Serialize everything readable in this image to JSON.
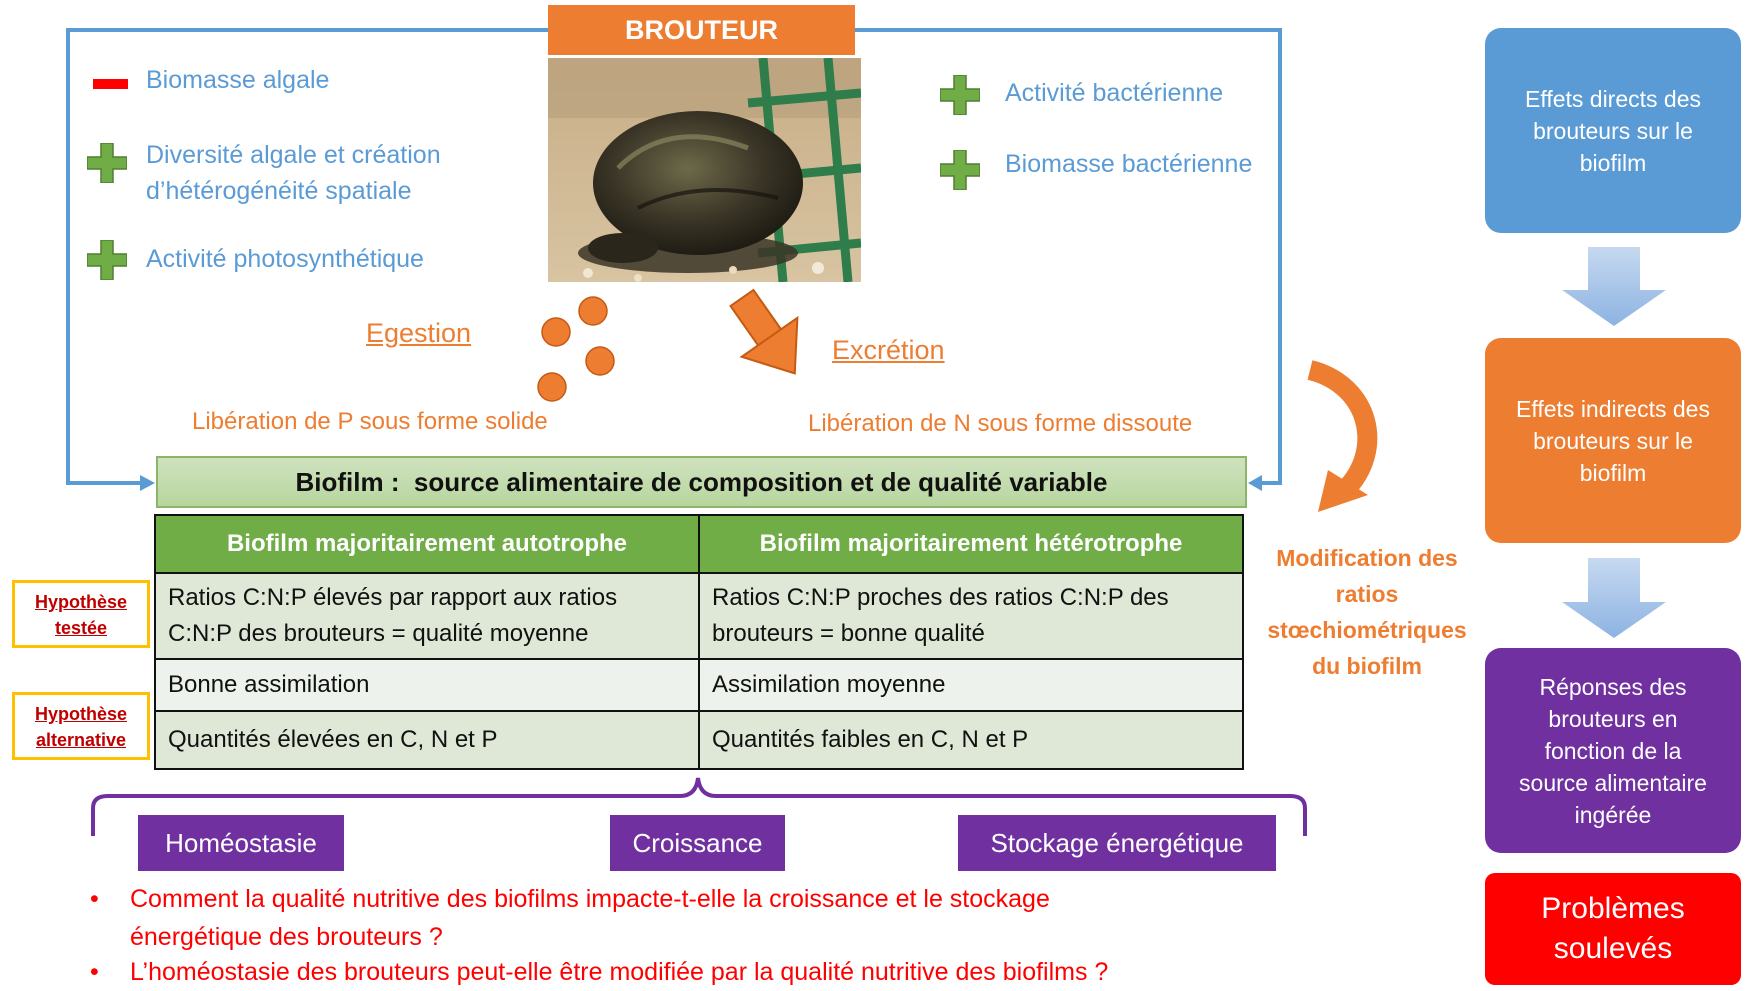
{
  "brouteur_label": "BROUTEUR",
  "direct_effects": {
    "biomasse_algale": "Biomasse algale",
    "diversite_line1": "Diversité algale et création",
    "diversite_line2": "d’hétérogénéité spatiale",
    "photosynthese": "Activité photosynthétique",
    "activite_bacterienne": "Activité bactérienne",
    "biomasse_bacterienne": "Biomasse bactérienne"
  },
  "egestion": {
    "label": "Egestion",
    "caption": "Libération de P sous forme solide"
  },
  "excretion": {
    "label": "Excrétion",
    "caption": "Libération de N sous forme dissoute"
  },
  "biofilm_header": "Biofilm :  source alimentaire de composition et de qualité variable",
  "table": {
    "col1_header": "Biofilm majoritairement autotrophe",
    "col2_header": "Biofilm majoritairement hétérotrophe",
    "rows": [
      {
        "c1_l1": "Ratios C:N:P élevés par rapport aux ratios",
        "c1_l2": "C:N:P des brouteurs = qualité moyenne",
        "c2_l1": "Ratios C:N:P proches des ratios C:N:P des",
        "c2_l2": "brouteurs = bonne qualité"
      },
      {
        "c1": "Bonne assimilation",
        "c2": "Assimilation moyenne"
      },
      {
        "c1": "Quantités élevées en C, N et P",
        "c2": "Quantités faibles en C, N et P"
      }
    ]
  },
  "hypotheses": {
    "testee_l1": "Hypothèse",
    "testee_l2": "testée",
    "alt_l1": "Hypothèse",
    "alt_l2": "alternative"
  },
  "modification": {
    "l1": "Modification des",
    "l2": "ratios",
    "l3": "stœchiométriques",
    "l4": "du biofilm"
  },
  "responses": {
    "homeostasie": "Homéostasie",
    "croissance": "Croissance",
    "stockage": "Stockage énergétique"
  },
  "questions": [
    {
      "l1": "Comment la qualité nutritive des biofilms impacte-t-elle la croissance et le stockage",
      "l2": "énergétique des brouteurs ?"
    },
    {
      "l1": "L’homéostasie des brouteurs peut-elle être modifiée par la qualité nutritive des biofilms ?"
    }
  ],
  "bullet_symbol": "•",
  "flow": {
    "box1": [
      "Effets directs des",
      "brouteurs sur le",
      "biofilm"
    ],
    "box2": [
      "Effets indirects des",
      "brouteurs sur le",
      "biofilm"
    ],
    "box3": [
      "Réponses des",
      "brouteurs en",
      "fonction de la",
      "source alimentaire",
      "ingérée"
    ],
    "box4": [
      "Problèmes",
      "soulevés"
    ]
  },
  "colors": {
    "blue": "#5b9bd5",
    "orange": "#ed7d31",
    "green": "#70ad47",
    "purple": "#7030a0",
    "red": "#ff0000"
  }
}
